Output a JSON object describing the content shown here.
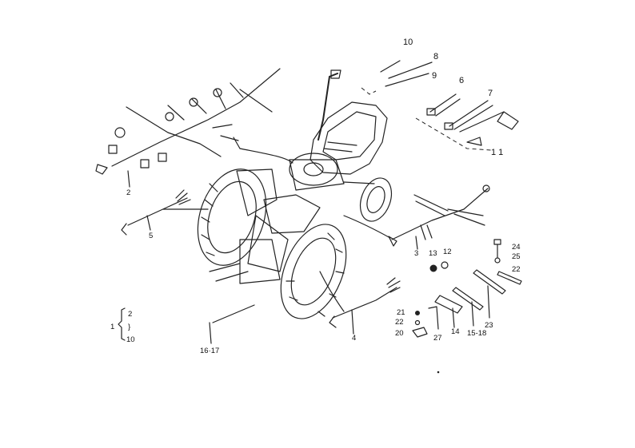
{
  "callouts": {
    "c10": "10",
    "c8": "8",
    "c9": "9",
    "c6": "6",
    "c7": "7",
    "c11": "1 1",
    "c2": "2",
    "c5": "5",
    "c3": "3",
    "c13": "13",
    "c12": "12",
    "c24": "24",
    "c25": "25",
    "c22a": "22",
    "c21": "21",
    "c22b": "22",
    "c20": "20",
    "c27": "27",
    "c14": "14",
    "c1518": "15-18",
    "c23": "23",
    "c4": "4",
    "c1617": "16·17"
  },
  "group_key": {
    "parent": "1",
    "children": [
      "2",
      "}",
      "10"
    ]
  }
}
